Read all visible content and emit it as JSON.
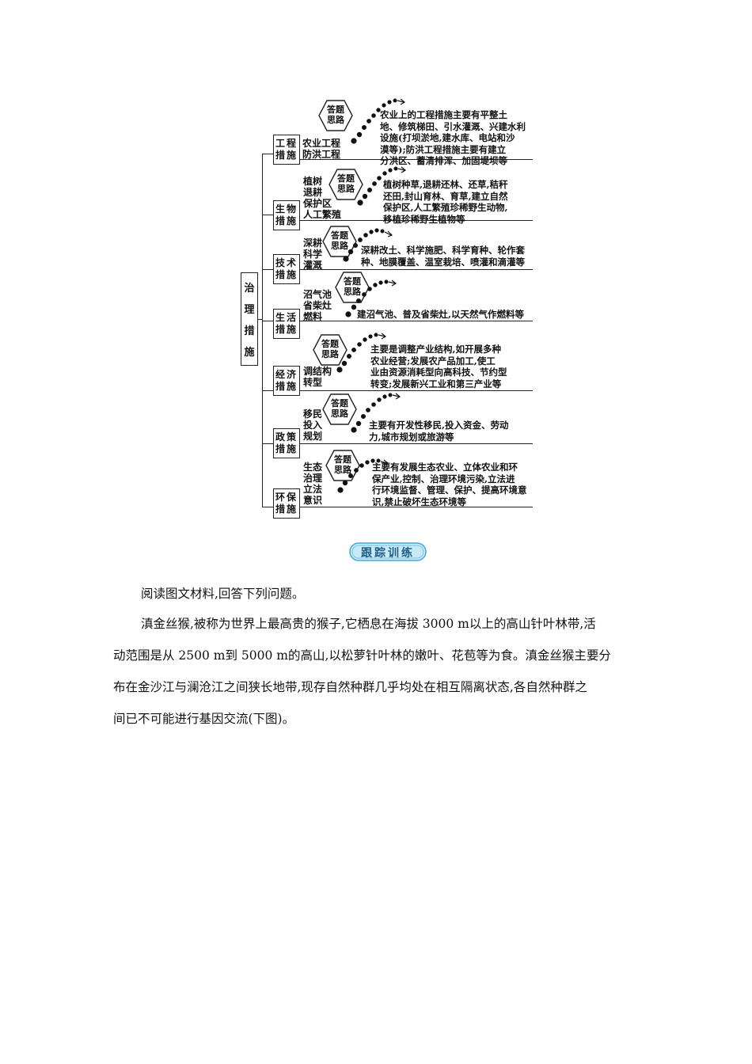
{
  "diagram": {
    "root": [
      "治",
      "理",
      "措",
      "施"
    ],
    "hex_label": [
      "答题",
      "思路"
    ],
    "branches": [
      {
        "type": [
          "工程",
          "措施"
        ],
        "items": "农业工程\n防洪工程",
        "desc": "农业上的工程措施主要有平整土\n地、修筑梯田、引水灌溉、兴建水利\n设施(打坝淤地,建水库、电站和沙\n漠等);防洪工程措施主要有建立\n分洪区、蓄清排浑、加固堤坝等"
      },
      {
        "type": [
          "生物",
          "措施"
        ],
        "items": "植树\n退耕\n保护区\n人工繁殖",
        "desc": "植树种草,退耕还林、还草,秸秆\n还田,封山育林、育草,建立自然\n保护区,人工繁殖珍稀野生动物,\n移植珍稀野生植物等"
      },
      {
        "type": [
          "技术",
          "措施"
        ],
        "items": "深耕\n科学\n灌溉",
        "desc": "深耕改土、科学施肥、科学育种、轮作套\n种、地膜覆盖、温室栽培、喷灌和滴灌等"
      },
      {
        "type": [
          "生活",
          "措施"
        ],
        "items": "沼气池\n省柴灶\n燃料",
        "desc": "建沼气池、普及省柴灶,以天然气作燃料等"
      },
      {
        "type": [
          "经济",
          "措施"
        ],
        "items": "调结构\n转型",
        "desc": "主要是调整产业结构,如开展多种\n农业经营;发展农产品加工,使工\n业由资源消耗型向高科技、节约型\n转变;发展新兴工业和第三产业等"
      },
      {
        "type": [
          "政策",
          "措施"
        ],
        "items": "移民\n投入\n规划",
        "desc": "主要有开发性移民,投入资金、劳动\n力,城市规划或旅游等"
      },
      {
        "type": [
          "环保",
          "措施"
        ],
        "items": "生态\n治理\n立法\n意识",
        "desc": "主要有发展生态农业、立体农业和环\n保产业,控制、治理环境污染,立法进\n行环境监督、管理、保护、提高环境意\n识,禁止破坏生态环境等"
      }
    ]
  },
  "banner": "跟踪训练",
  "paragraphs": [
    "阅读图文材料,回答下列问题。",
    "滇金丝猴,被称为世界上最高贵的猴子,它栖息在海拔 3000 m以上的高山针叶林带,活",
    "动范围是从 2500 m到 5000 m的高山,以松萝针叶林的嫩叶、花苞等为食。滇金丝猴主要分",
    "布在金沙江与澜沧江之间狭长地带,现存自然种群几乎均处在相互隔离状态,各自然种群之",
    "间已不可能进行基因交流(下图)。"
  ]
}
